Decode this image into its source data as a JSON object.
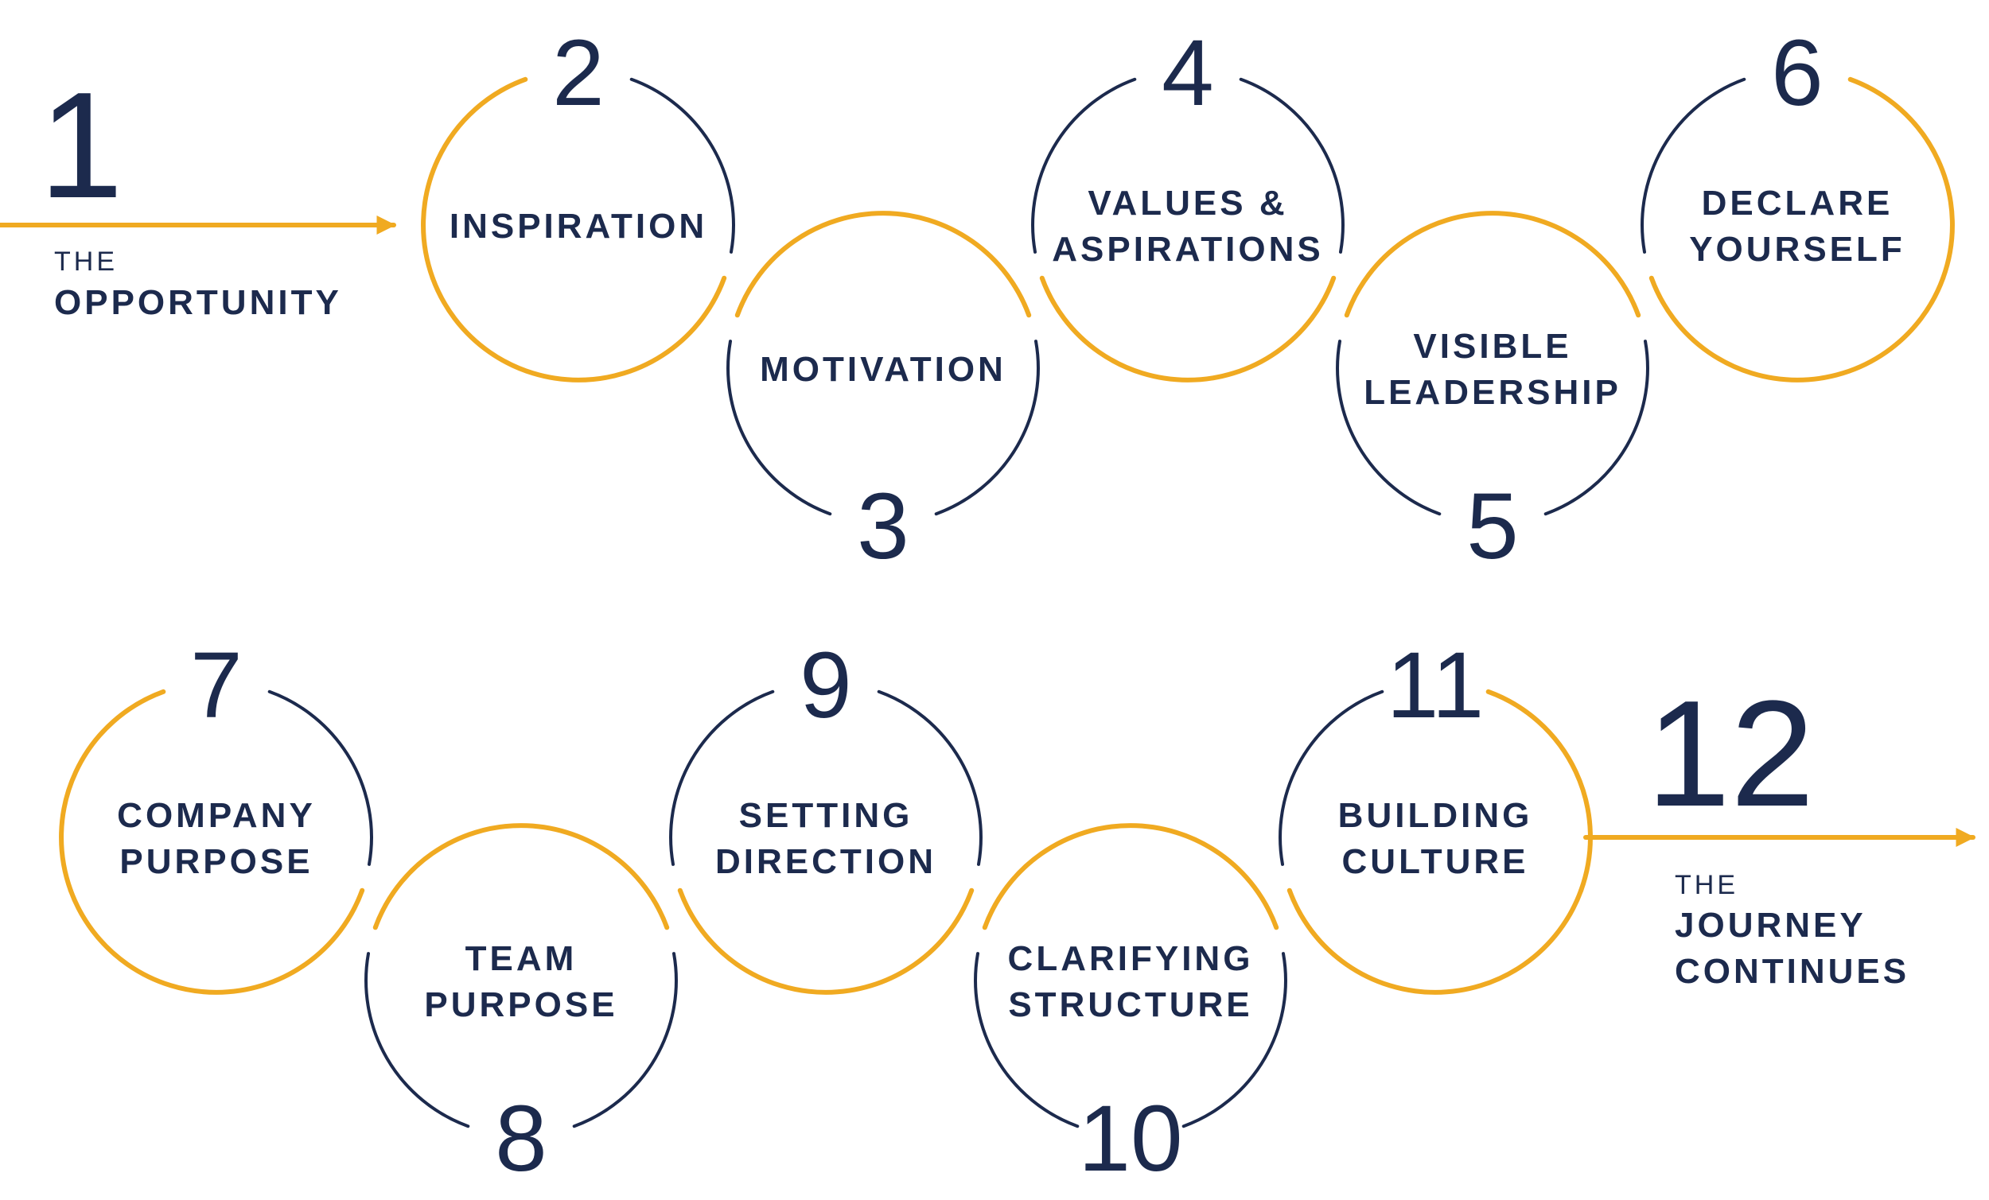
{
  "colors": {
    "accent": "#f0aa21",
    "ink": "#1c2a4d",
    "background": "#ffffff"
  },
  "start": {
    "number": "1",
    "line1": "THE",
    "line2": "OPPORTUNITY"
  },
  "end": {
    "number": "12",
    "line1": "THE",
    "line2": "JOURNEY",
    "line3": "CONTINUES"
  },
  "steps": [
    {
      "number": "2",
      "lines": [
        "INSPIRATION"
      ]
    },
    {
      "number": "3",
      "lines": [
        "MOTIVATION"
      ]
    },
    {
      "number": "4",
      "lines": [
        "VALUES &",
        "ASPIRATIONS"
      ]
    },
    {
      "number": "5",
      "lines": [
        "VISIBLE",
        "LEADERSHIP"
      ]
    },
    {
      "number": "6",
      "lines": [
        "DECLARE",
        "YOURSELF"
      ]
    },
    {
      "number": "7",
      "lines": [
        "COMPANY",
        "PURPOSE"
      ]
    },
    {
      "number": "8",
      "lines": [
        "TEAM",
        "PURPOSE"
      ]
    },
    {
      "number": "9",
      "lines": [
        "SETTING",
        "DIRECTION"
      ]
    },
    {
      "number": "10",
      "lines": [
        "CLARIFYING",
        "STRUCTURE"
      ]
    },
    {
      "number": "11",
      "lines": [
        "BUILDING",
        "CULTURE"
      ]
    }
  ]
}
